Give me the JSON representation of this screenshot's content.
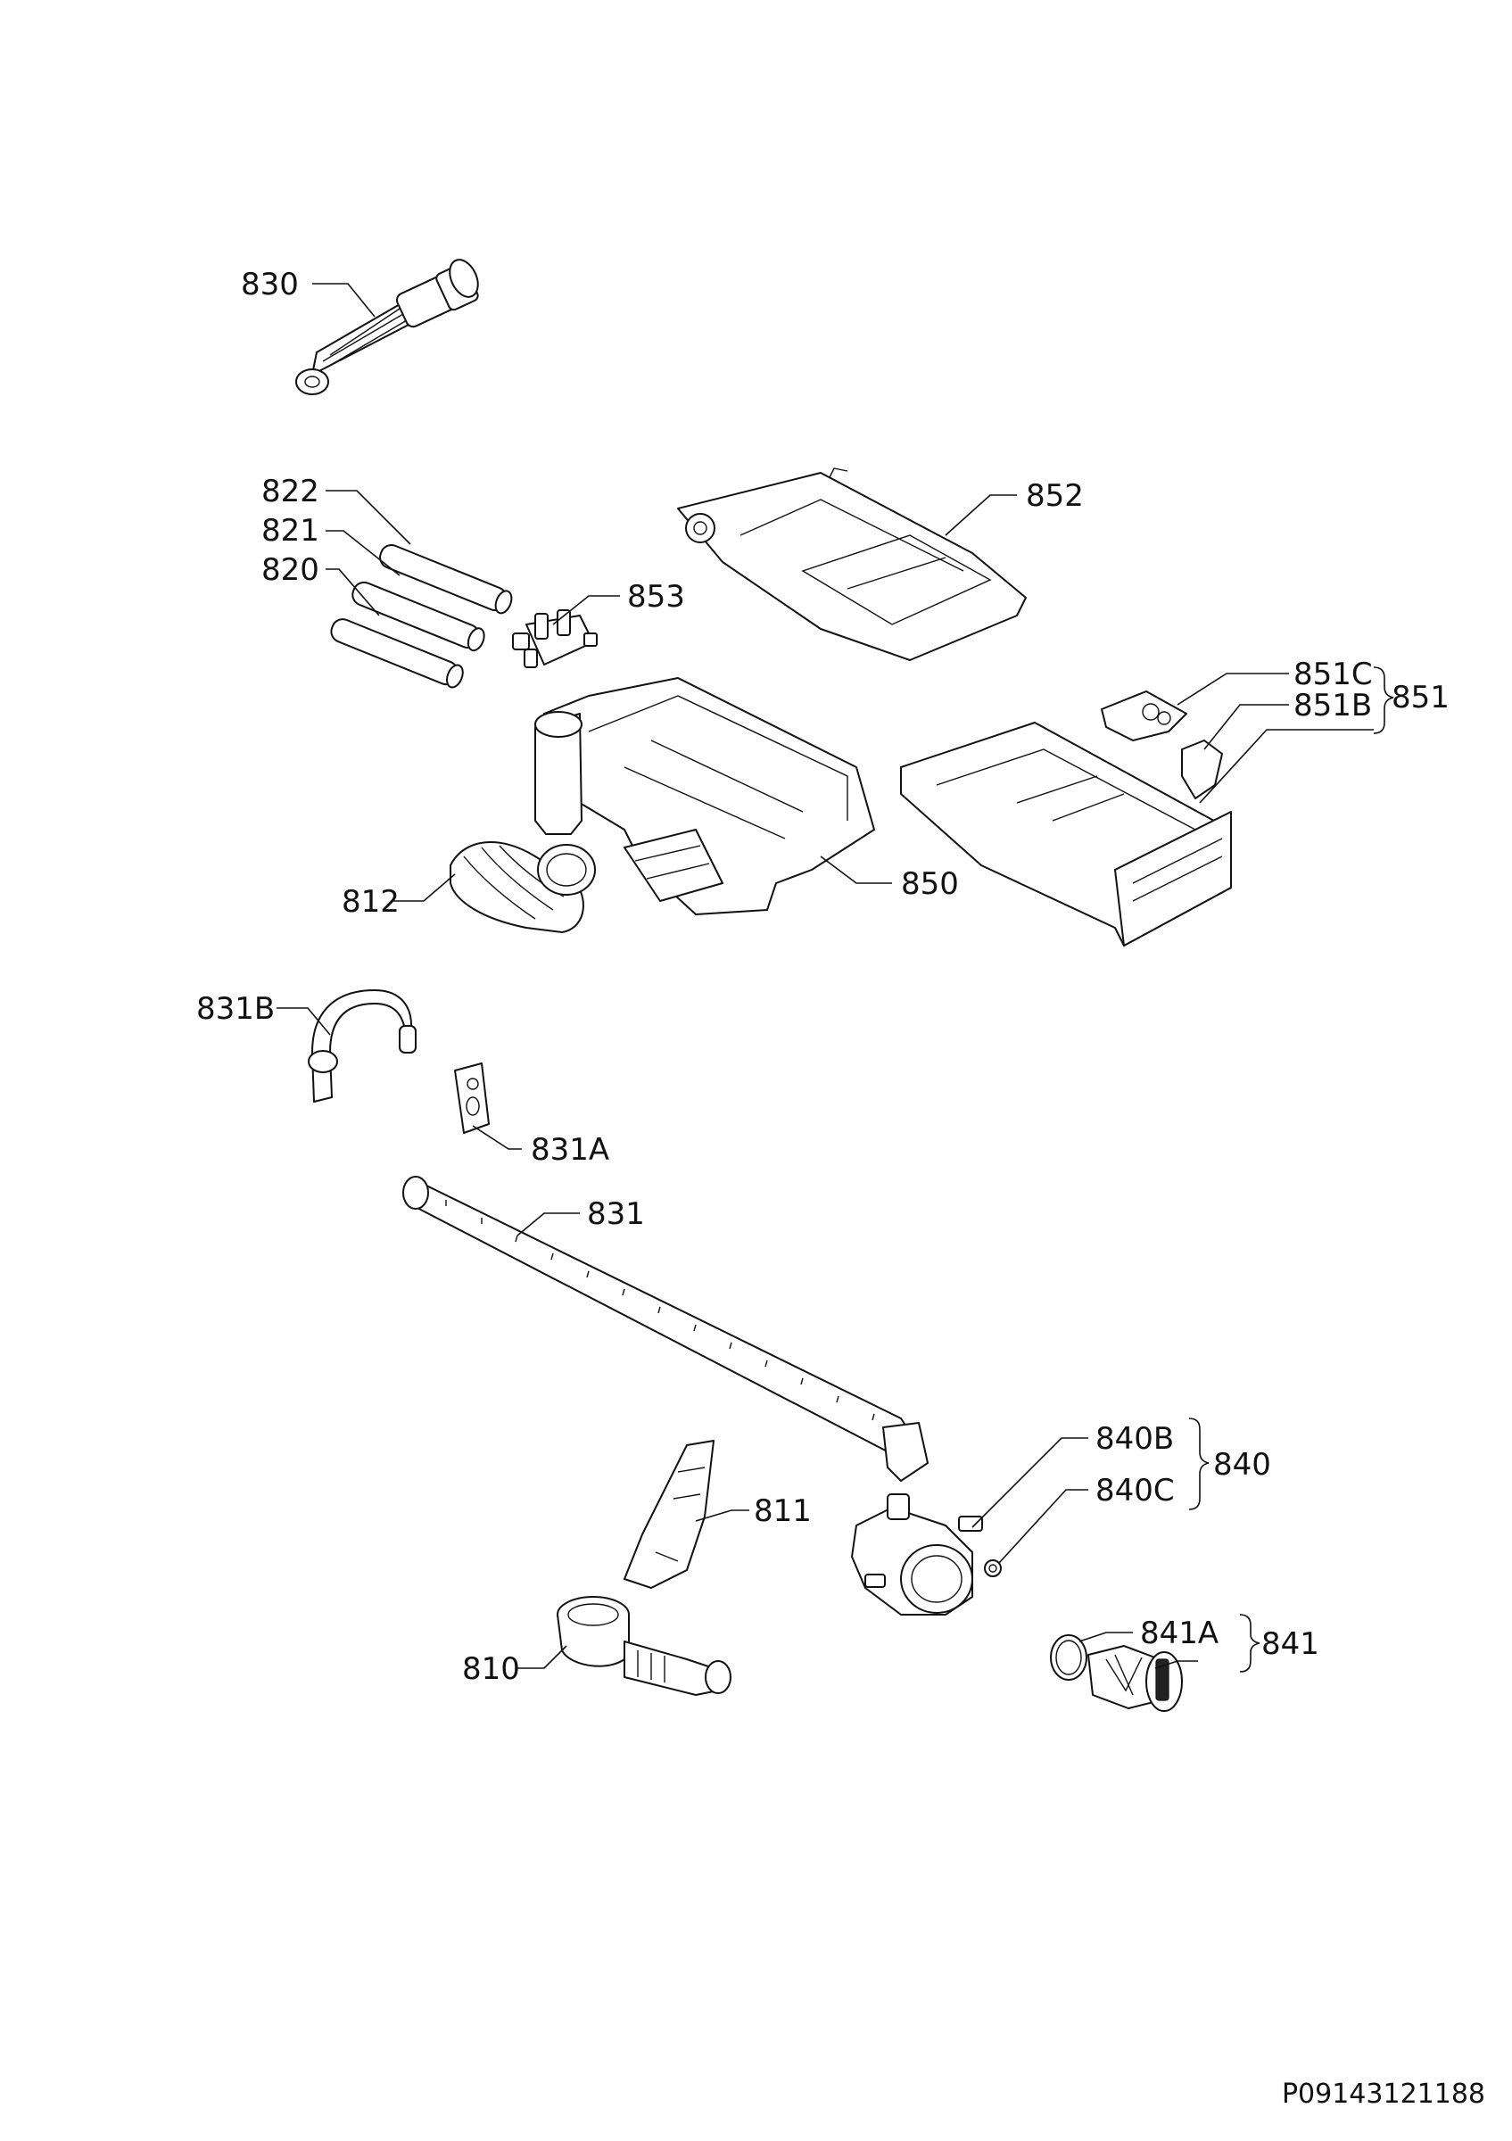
{
  "labels": {
    "l830": "830",
    "l822": "822",
    "l821": "821",
    "l820": "820",
    "l853": "853",
    "l852": "852",
    "l851C": "851C",
    "l851B": "851B",
    "l851": "851",
    "l812": "812",
    "l850": "850",
    "l831B": "831B",
    "l831A": "831A",
    "l831": "831",
    "l840B": "840B",
    "l840": "840",
    "l840C": "840C",
    "l811": "811",
    "l810": "810",
    "l841A": "841A",
    "l841": "841"
  },
  "reference_code": "P09143121188"
}
